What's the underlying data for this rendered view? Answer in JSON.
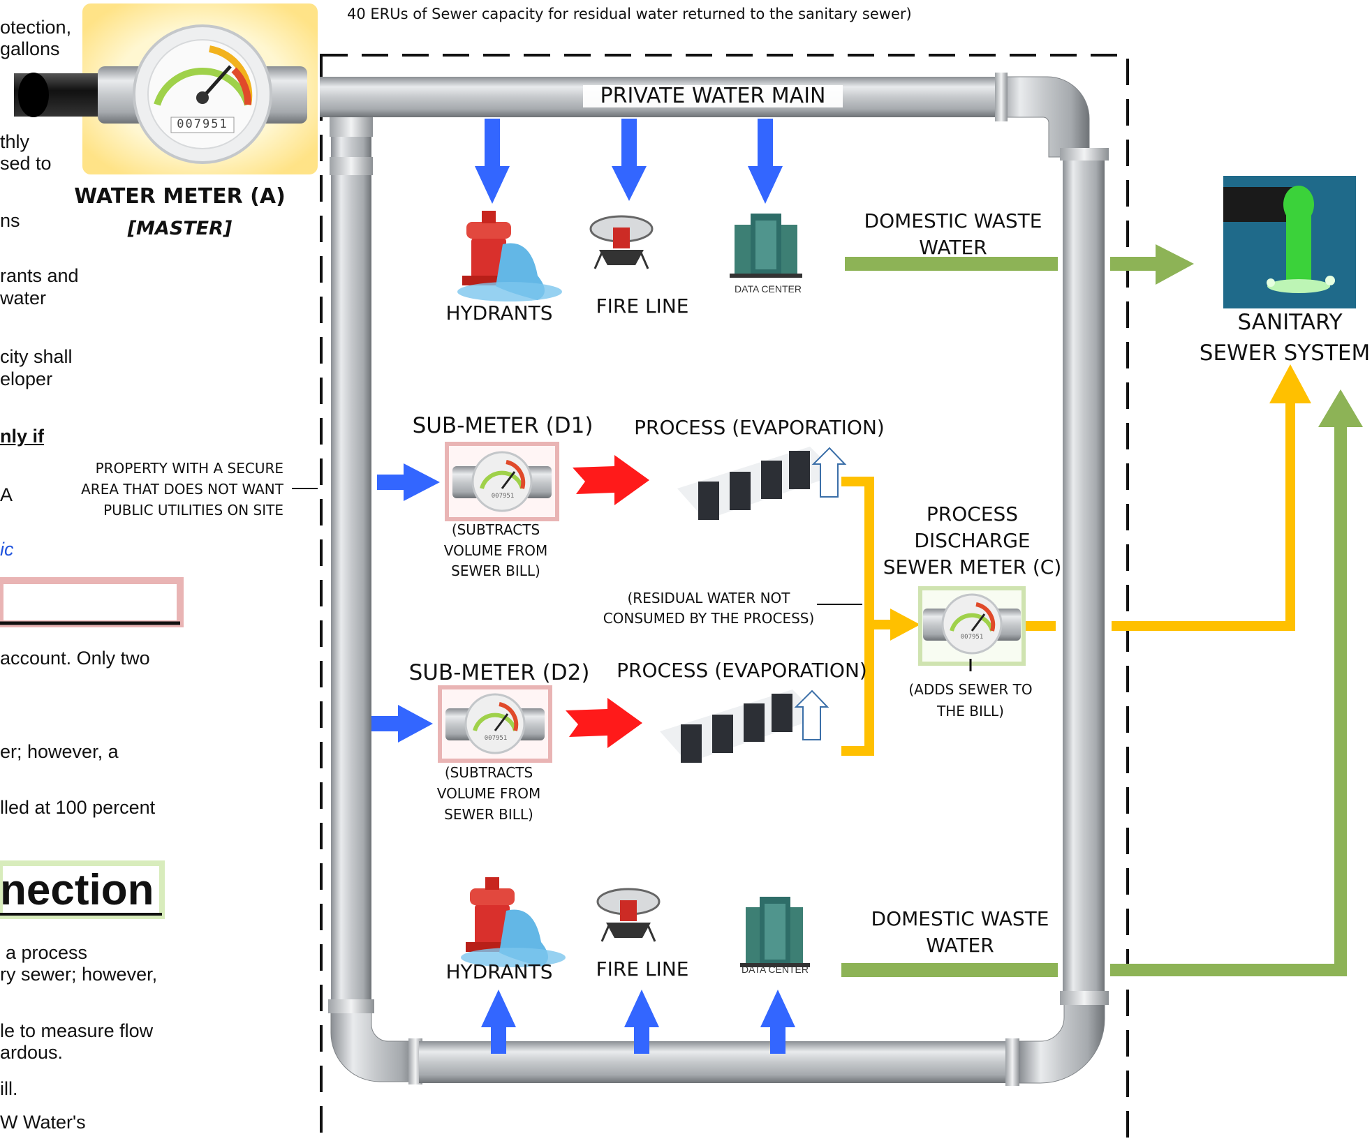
{
  "top_note": "40 ERUs of Sewer capacity for residual water returned to the sanitary sewer)",
  "left_text": {
    "l1": "otection,",
    "l2": "gallons",
    "l3": "thly",
    "l4": "sed to",
    "l5": "ns",
    "l6": "rants and",
    "l7": "water",
    "l8": "city shall",
    "l9": "eloper",
    "l10": "nly if",
    "l11": "A",
    "l12": "ic",
    "l13": "account. Only two",
    "l14": "er; however, a",
    "l15": "lled at 100 percent",
    "l16": "nection",
    "l17": "a process",
    "l18": "ry sewer; however,",
    "l19": "le to measure flow",
    "l20": "ardous.",
    "l21": "ill.",
    "l22": "W Water's"
  },
  "master_meter": {
    "title": "WATER METER (A)",
    "subtitle": "[MASTER]",
    "reading": "007951"
  },
  "main": {
    "private_main": "PRIVATE WATER MAIN"
  },
  "top_row": {
    "hydrants": "HYDRANTS",
    "fire_line": "FIRE LINE",
    "data_center": "DATA CENTER",
    "domestic_line1": "DOMESTIC WASTE",
    "domestic_line2": "WATER"
  },
  "sanitary": {
    "line1": "SANITARY",
    "line2": "SEWER SYSTEM"
  },
  "secure_area": {
    "line1": "PROPERTY WITH A SECURE",
    "line2": "AREA THAT DOES NOT WANT",
    "line3": "PUBLIC UTILITIES ON SITE"
  },
  "d1": {
    "title": "SUB-METER (D1)",
    "process": "PROCESS (EVAPORATION)",
    "note1": "(SUBTRACTS",
    "note2": "VOLUME FROM",
    "note3": "SEWER BILL)",
    "reading": "007951"
  },
  "d2": {
    "title": "SUB-METER (D2)",
    "process": "PROCESS (EVAPORATION)",
    "note1": "(SUBTRACTS",
    "note2": "VOLUME FROM",
    "note3": "SEWER BILL)",
    "reading": "007951"
  },
  "residual": {
    "line1": "(RESIDUAL WATER NOT",
    "line2": "CONSUMED BY THE PROCESS)"
  },
  "meter_c": {
    "line1": "PROCESS",
    "line2": "DISCHARGE",
    "line3": "SEWER METER (C)",
    "note1": "(ADDS SEWER TO",
    "note2": "THE BILL)",
    "reading": "007951"
  },
  "bottom_row": {
    "hydrants": "HYDRANTS",
    "fire_line": "FIRE LINE",
    "data_center": "DATA CENTER",
    "domestic_line1": "DOMESTIC WASTE",
    "domestic_line2": "WATER"
  },
  "colors": {
    "water_blue": "#3366ff",
    "process_red": "#ff1a1a",
    "residual_yellow": "#ffc000",
    "domestic_green": "#8db356",
    "sewer_teal": "#1f6a8a",
    "pipe_gray": "#a9adb2"
  }
}
